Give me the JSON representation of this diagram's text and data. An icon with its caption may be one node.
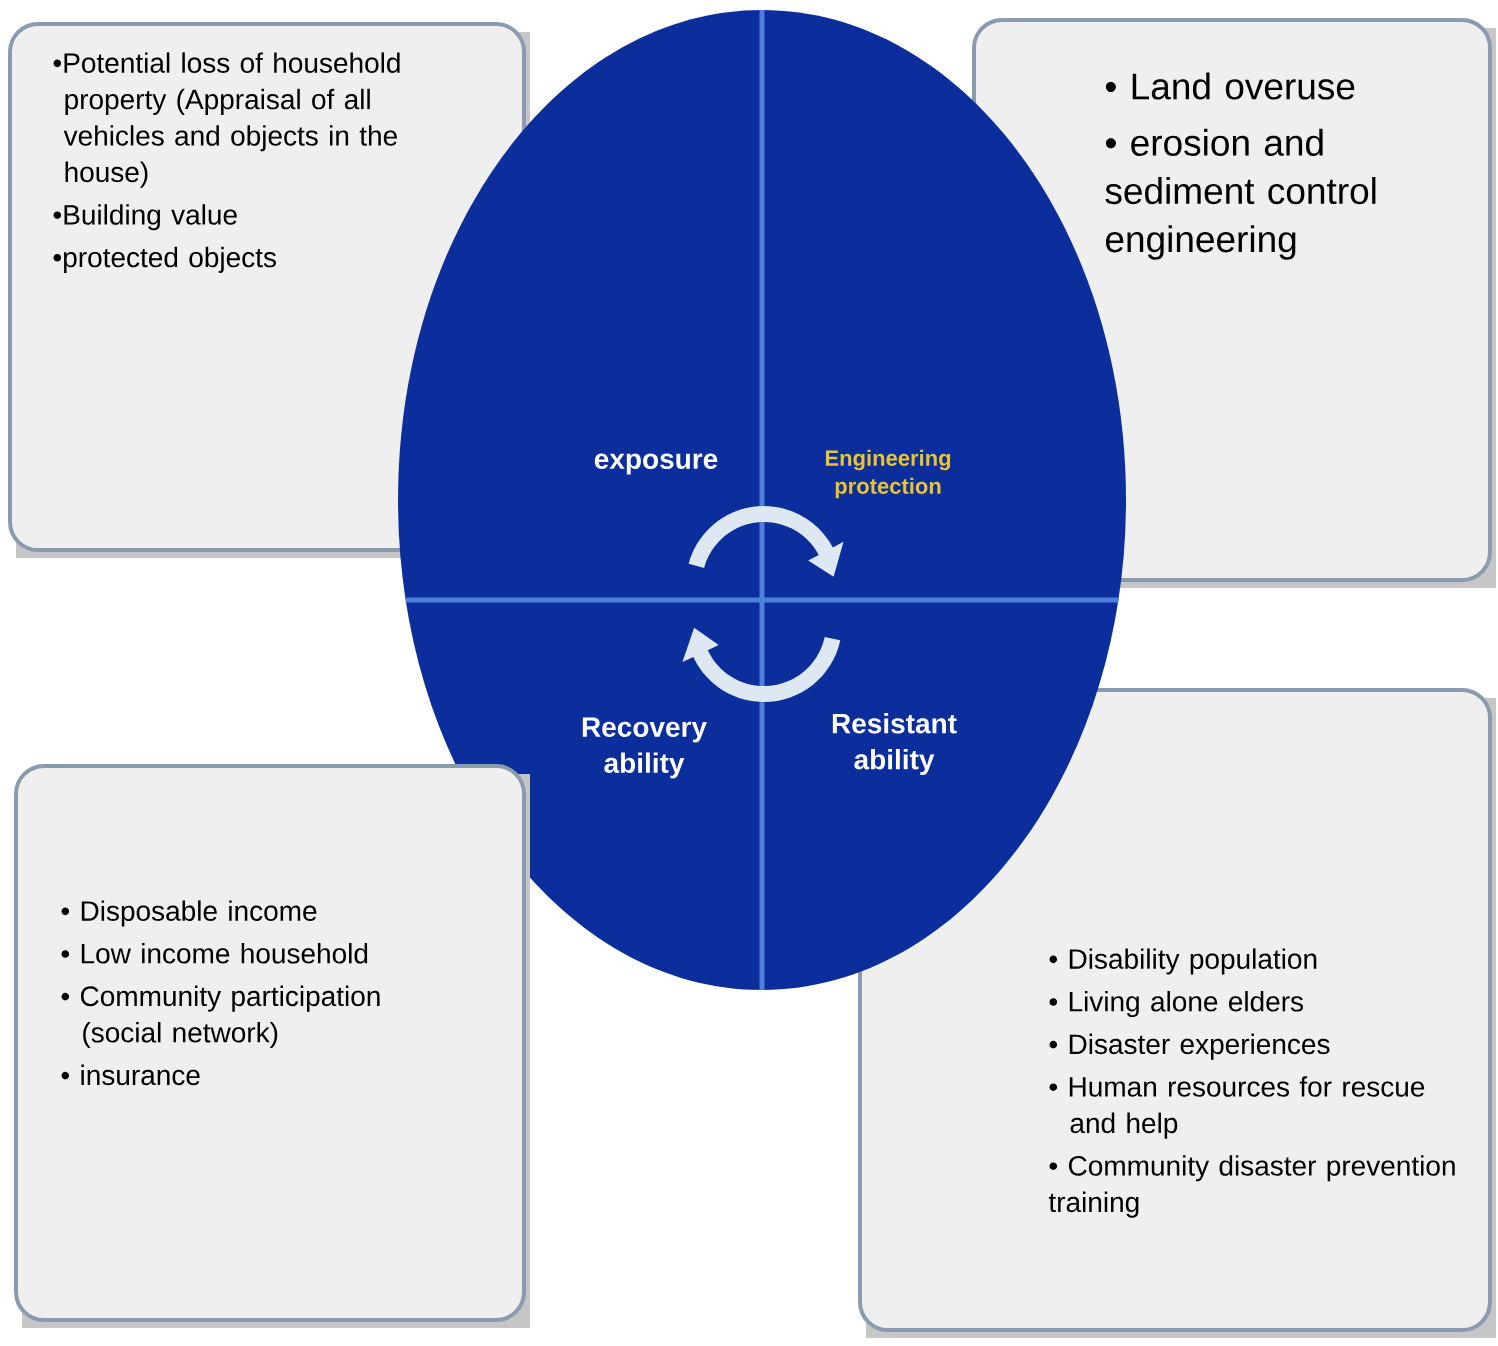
{
  "diagram": {
    "nodes": [
      {
        "text": [
          "•Potential loss of household property (Appraisal of all vehicles and objects in the house)",
          "•Building value",
          "•protected objects"
        ]
      },
      {
        "text": [
          "• Land overuse",
          "• erosion and sediment control engineering"
        ]
      },
      {
        "text": [
          "exposure"
        ]
      },
      {
        "text": [
          "Engineering",
          "protection"
        ]
      },
      {
        "text": [
          "Recovery ability"
        ]
      },
      {
        "text": [
          "Resistant ability"
        ]
      },
      {
        "text": [
          "• Disposable income",
          "• Low income household",
          "• Community participation (social network)",
          "• insurance"
        ]
      },
      {
        "text": [
          "• Disability population",
          "• Living alone elders",
          "• Disaster experiences",
          "• Human resources for rescue and help",
          "• Community disaster prevention training"
        ]
      }
    ]
  }
}
